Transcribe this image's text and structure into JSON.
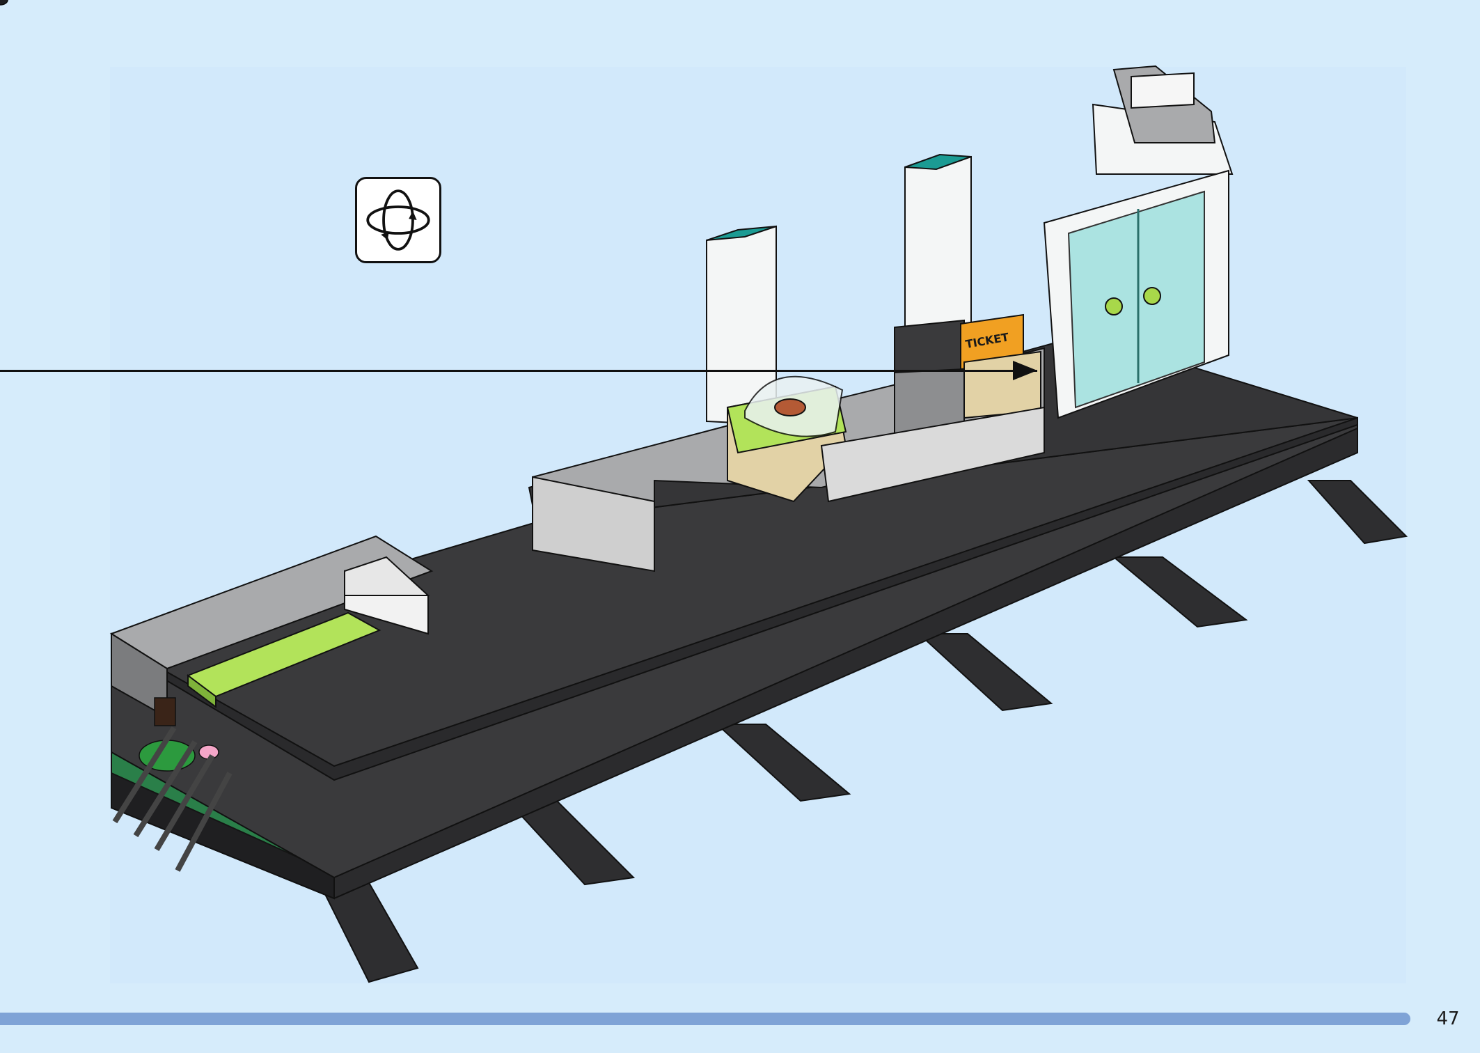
{
  "page": {
    "number": "47",
    "progress_fraction": 1.0
  },
  "icons": {
    "rotate": "rotate-model-icon"
  },
  "labels": {
    "ticket_sign": "TICKET"
  },
  "colors": {
    "background": "#d6ecfb",
    "panel": "#d2e9fb",
    "progress": "#7fa3d6",
    "plate_dark": "#2f2f31",
    "brick_gray": "#a9aaac",
    "brick_light_gray": "#d6d6d4",
    "teal": "#1b9b93",
    "lime": "#a8d84a",
    "tan": "#e2d2a6",
    "white": "#f4f6f6",
    "glass": "#9fe0de"
  }
}
